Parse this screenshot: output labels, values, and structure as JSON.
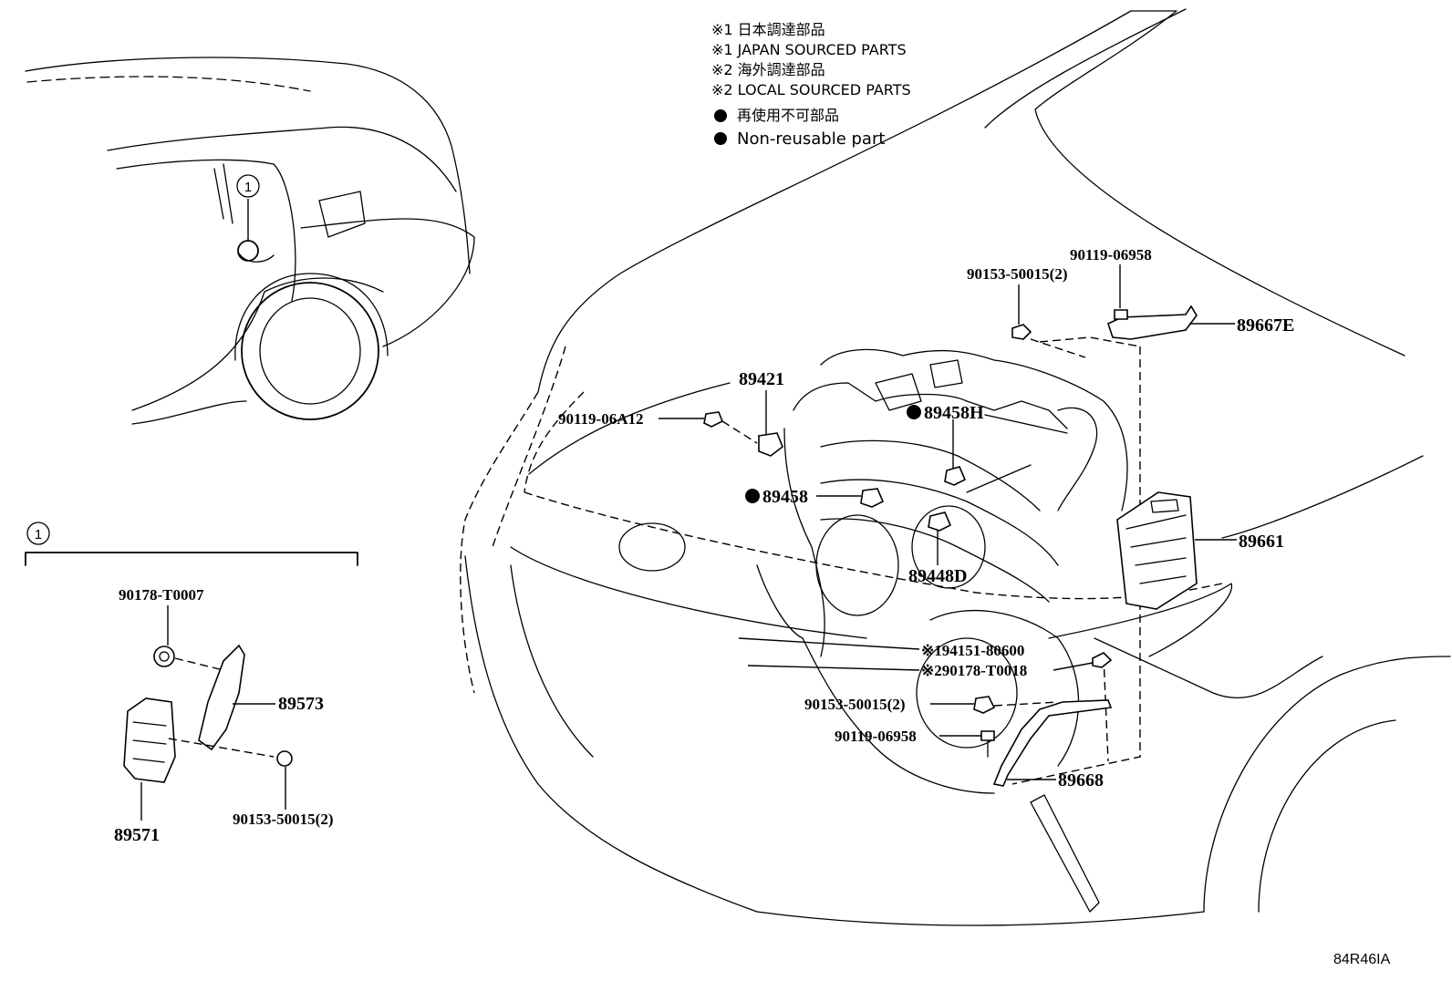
{
  "legend": {
    "note1_jp": "※1 日本調達部品",
    "note1_en": "※1 JAPAN SOURCED PARTS",
    "note2_jp": "※2 海外調達部品",
    "note2_en": "※2 LOCAL SOURCED PARTS",
    "nonreuse_jp": "再使用不可部品",
    "nonreuse_en": "Non-reusable part"
  },
  "callout": {
    "number": "1"
  },
  "parts": {
    "p_90119_06958_top": "90119-06958",
    "p_90153_50015_top": "90153-50015(2)",
    "p_89667e": "89667E",
    "p_89421": "89421",
    "p_90119_06a12": "90119-06A12",
    "p_89458h": "89458H",
    "p_89458": "89458",
    "p_89448d": "89448D",
    "p_89661": "89661",
    "p_94151": "※194151-80600",
    "p_90178_t0018": "※290178-T0018",
    "p_90153_50015_mid": "90153-50015(2)",
    "p_90119_06958_bottom": "90119-06958",
    "p_89668": "89668",
    "p_90178_t0007": "90178-T0007",
    "p_89573": "89573",
    "p_90153_50015_left": "90153-50015(2)",
    "p_89571": "89571"
  },
  "figure_code": "84R46IA"
}
